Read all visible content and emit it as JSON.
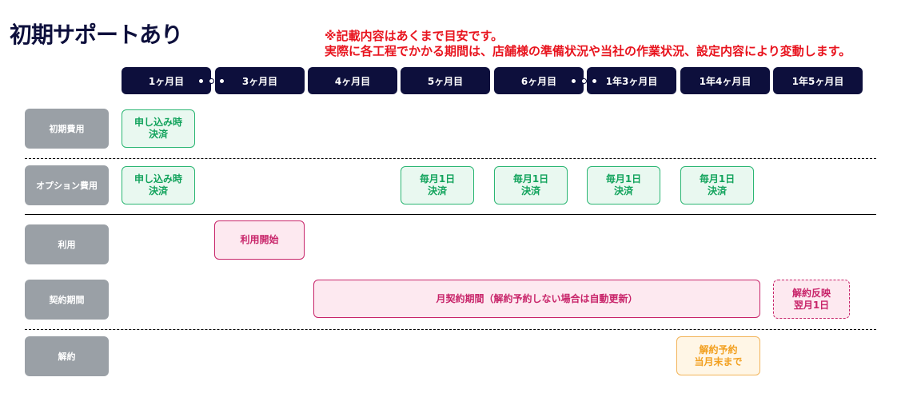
{
  "title": "初期サポートあり",
  "notes": {
    "line1": "※記載内容はあくまで目安です。",
    "line2": "実際に各工程でかかる期間は、店舗様の準備状況や当社の作業状況、設定内容により変動します。"
  },
  "months": [
    "1ヶ月目",
    "3ヶ月目",
    "4ヶ月目",
    "5ヶ月目",
    "6ヶ月目",
    "1年3ヶ月目",
    "1年4ヶ月目",
    "1年5ヶ月目"
  ],
  "rows": {
    "initial_fee": "初期費用",
    "option_fee": "オプション費用",
    "usage": "利用",
    "contract_period": "契約期間",
    "cancellation": "解約"
  },
  "boxes": {
    "initial_payment": {
      "line1": "申し込み時",
      "line2": "決済"
    },
    "option_payment": {
      "line1": "申し込み時",
      "line2": "決済"
    },
    "monthly_payment": {
      "line1": "毎月1日",
      "line2": "決済"
    },
    "usage_start": "利用開始",
    "monthly_contract": "月契約期間（解約予約しない場合は自動更新）",
    "cancel_reflect": {
      "line1": "解約反映",
      "line2": "翌月1日"
    },
    "cancel_reservation": {
      "line1": "解約予約",
      "line2": "当月末まで"
    }
  },
  "colors": {
    "navy": "#0d0f3c",
    "gray_label": "#9aa0a6",
    "green": "#12a35c",
    "pink": "#c8256a",
    "orange": "#f2a020",
    "red_note": "#e8141e"
  }
}
